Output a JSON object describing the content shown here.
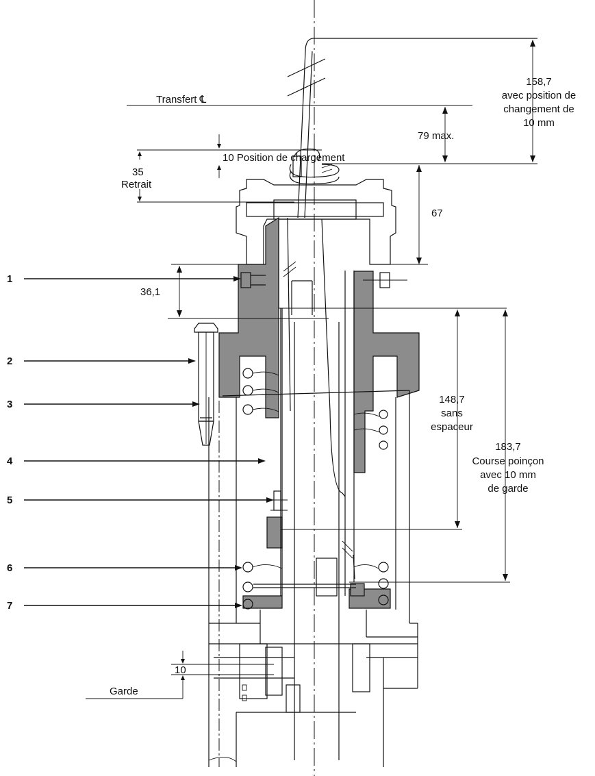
{
  "labels": {
    "transfert": "Transfert ℄",
    "position_chargement": "10 Position de chargement",
    "retrait_value": "35",
    "retrait": "Retrait",
    "dim_158_value": "158,7",
    "dim_158_l1": "avec position de",
    "dim_158_l2": "changement de",
    "dim_158_l3": "10 mm",
    "dim_79": "79 max.",
    "dim_67": "67",
    "dim_36": "36,1",
    "dim_148_value": "148,7",
    "dim_148_l1": "sans",
    "dim_148_l2": "espaceur",
    "dim_183_value": "183,7",
    "dim_183_l1": "Course poinçon",
    "dim_183_l2": "avec 10 mm",
    "dim_183_l3": "de garde",
    "garde_value": "10",
    "garde": "Garde"
  },
  "callouts": [
    "1",
    "2",
    "3",
    "4",
    "5",
    "6",
    "7"
  ]
}
